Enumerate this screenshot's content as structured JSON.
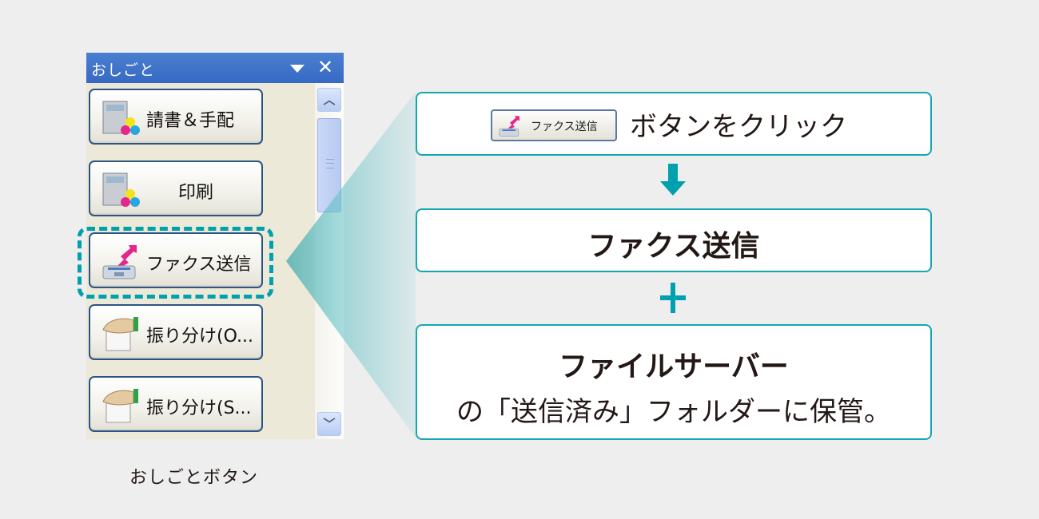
{
  "task_pane": {
    "title": "おしごと",
    "dropdown_icon": "triangle-down-icon",
    "close_icon": "close-icon",
    "buttons": [
      {
        "label": "請書＆手配",
        "icon": "copier-icon"
      },
      {
        "label": "印刷",
        "icon": "copier-icon"
      },
      {
        "label": "ファクス送信",
        "icon": "fax-icon",
        "highlighted": true
      },
      {
        "label": "振り分け(O...",
        "icon": "hand-icon"
      },
      {
        "label": "振り分け(S...",
        "icon": "hand-icon"
      }
    ],
    "scrollbar": {
      "up": "^",
      "down": "v"
    }
  },
  "caption": "おしごとボタン",
  "flow": {
    "step1": {
      "button_label": "ファクス送信",
      "text": "ボタンをクリック"
    },
    "connector1": "arrow-down",
    "step2": {
      "text": "ファクス送信"
    },
    "connector2": "plus",
    "step3": {
      "title": "ファイルサーバー",
      "text": "の「送信済み」フォルダーに保管。"
    }
  },
  "colors": {
    "accent": "#00a0ae",
    "pane_title": "#3a6cc6",
    "pane_bg": "#ece9d8",
    "text": "#231815"
  }
}
